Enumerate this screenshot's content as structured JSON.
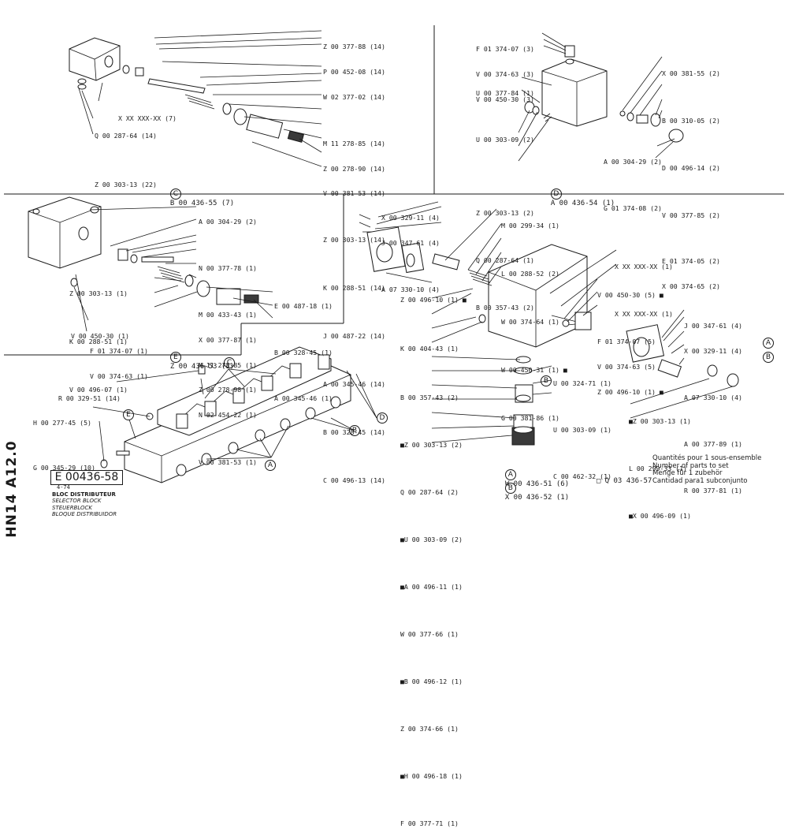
{
  "side_code": "HN14 A12.0",
  "doc_number": "E 00436-58",
  "ratio": "4-74",
  "descriptions": [
    "BLOC DISTRIBUTEUR",
    "SELECTOR BLOCK",
    "STEUERBLOCK",
    "BLOQUE DISTRIBUIDOR"
  ],
  "quantity_note": [
    "Quantités pour 1 sous-ensemble",
    "Number of parts to set",
    "Menge für 1 zubehör",
    "Cantidad para1 subconjunto"
  ],
  "panel_c": {
    "caption_letter": "C",
    "caption_text": "B 00 436-55 (7)",
    "parts_right": [
      "Z 00 377-88 (14)",
      "P 00 452-08 (14)",
      "W 02 377-02 (14)",
      "M 11 278-85 (14)",
      "Z 00 278-90 (14)",
      "V 00 381-53 (14)",
      "Z 00 303-13 (14)",
      "K 00 288-51 (14)",
      "J 00 487-22 (14)",
      "A 00 345-46 (14)",
      "B 00 328-45 (14)",
      "C 00 496-13 (14)"
    ],
    "parts_left": [
      "X XX XXX-XX (7)",
      "Q 00 287-64 (14)",
      "Z 00 303-13 (22)"
    ]
  },
  "panel_d": {
    "caption_letter": "D",
    "caption_text": "A 00 436-54 (1)",
    "parts_top": [
      "F 01 374-07 (3)",
      "V 00 374-63 (3)",
      "V 00 450-30 (3)"
    ],
    "parts_left": [
      "U 00 377-84 (1)",
      "U 00 303-09 (2)",
      "Z 00 303-13 (2)",
      "Q 00 287-64 (1)",
      "B 00 357-43 (2)"
    ],
    "parts_right": [
      "X 00 381-55 (2)",
      "B 00 310-05 (2)",
      "D 00 496-14 (2)",
      "V 00 377-85 (2)",
      "E 01 374-05 (2)",
      "X 00 374-65 (2)",
      "A 00 304-29 (2)",
      "G 01 374-08 (2)"
    ]
  },
  "panel_e": {
    "caption_letter": "E",
    "caption_text": "Z 00 436-53 (1)",
    "parts_right": [
      "A 00 304-29 (2)",
      "N 00 377-78 (1)",
      "M 00 433-43 (1)",
      "X 00 377-87 (1)",
      "M 11 278-85 (1)",
      "Z 00 278-98 (1)",
      "N 02 454-22 (1)",
      "V 00 381-53 (1)",
      "E 00 487-18 (1)",
      "B 00 328-45 (1)",
      "A 00 345-46 (1)"
    ],
    "parts_left": [
      "Z 00 303-13 (1)",
      "K 00 288-51 (1)",
      "V 00 496-07 (1)",
      "V 00 450-30 (1)",
      "F 01 374-07 (1)",
      "V 00 374-63 (1)"
    ]
  },
  "panel_main": {
    "parts_left": [
      "R 00 329-51 (14)",
      "H 00 277-45 (5)",
      "G 00 345-29 (10)"
    ],
    "labels": [
      "C",
      "E",
      "B",
      "D",
      "A"
    ]
  },
  "panel_ab": {
    "parts_top_left": [
      "X 00 329-11 (4)",
      "J 00 347-61 (4)",
      "A 07 330-10 (4)"
    ],
    "parts_mid": [
      "M 00 299-34 (1)",
      "L 00 288-52 (2)",
      "W 00 374-64 (1)",
      "W 00 450-31 (1) ■",
      "G 00 381-86 (1)"
    ],
    "parts_left": [
      "Z 00 496-10 (1) ■",
      "K 00 404-43 (1)",
      "B 00 357-43 (2)",
      "■Z 00 303-13 (2)",
      "Q 00 287-64 (2)",
      "■U 00 303-09 (2)",
      "■A 00 496-11 (1)",
      "W 00 377-66 (1)",
      "■B 00 496-12 (1)",
      "Z 00 374-66 (1)",
      "■H 00 496-18 (1)",
      "F 00 377-71 (1)"
    ],
    "parts_right": [
      "X XX XXX-XX (1)",
      "X XX XXX-XX (1)",
      "V 00 450-30 (5) ■",
      "F 01 374-07 (5)",
      "V 00 374-63 (5)",
      "Z 00 496-10 (1) ■"
    ],
    "parts_far_right": [
      "J 00 347-61 (4)",
      "X 00 329-11 (4)",
      "A 07 330-10 (4)",
      "A 00 377-89 (1)",
      "R 00 377-81 (1)"
    ],
    "parts_lower": [
      "U 00 324-71 (1)",
      "U 00 303-09 (1)",
      "C 00 462-32 (1)",
      "■Z 00 303-13 (1)",
      "L 00 299-33 (1)",
      "■X 00 496-09 (1)"
    ],
    "legend_a": "W 00 436-51 (6)",
    "legend_b": "X 00 436-52 (1)",
    "legend_q": "□ Q 03 436-57"
  }
}
